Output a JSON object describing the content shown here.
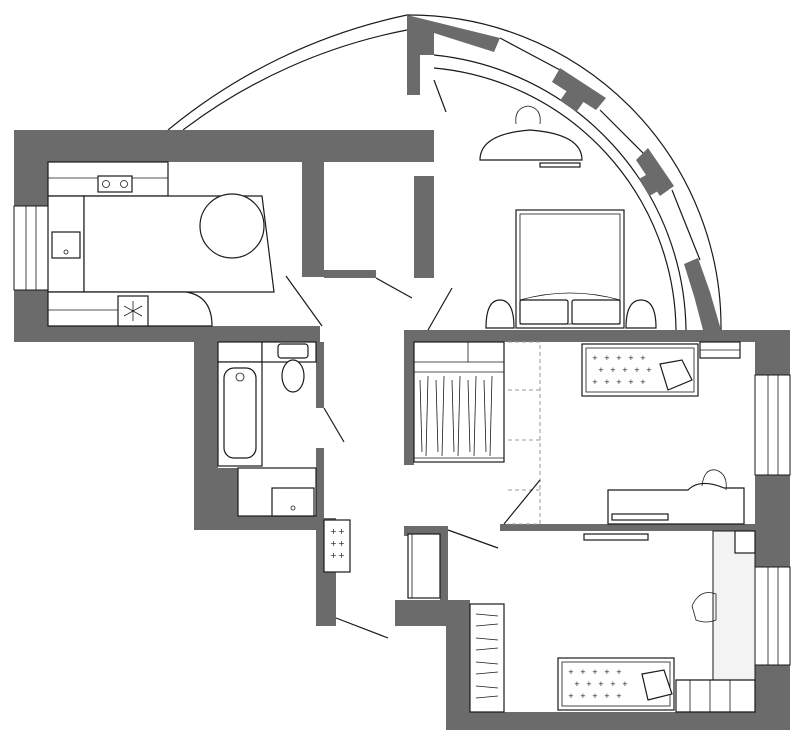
{
  "plan": {
    "colors": {
      "wall": "#6b6b6b",
      "line": "#1a1a1a",
      "light": "#f3f3f3"
    },
    "rooms": [
      "kitchen",
      "bathroom",
      "bedroom",
      "childrens-room-upper",
      "childrens-room-lower",
      "hall",
      "wardrobe",
      "storage"
    ],
    "icons": [
      "snowflake-icon",
      "stove-burner-icon",
      "sink-icon",
      "toilet-icon",
      "bathtub-icon",
      "lamp-icon",
      "bed-icon",
      "chair-icon"
    ]
  }
}
